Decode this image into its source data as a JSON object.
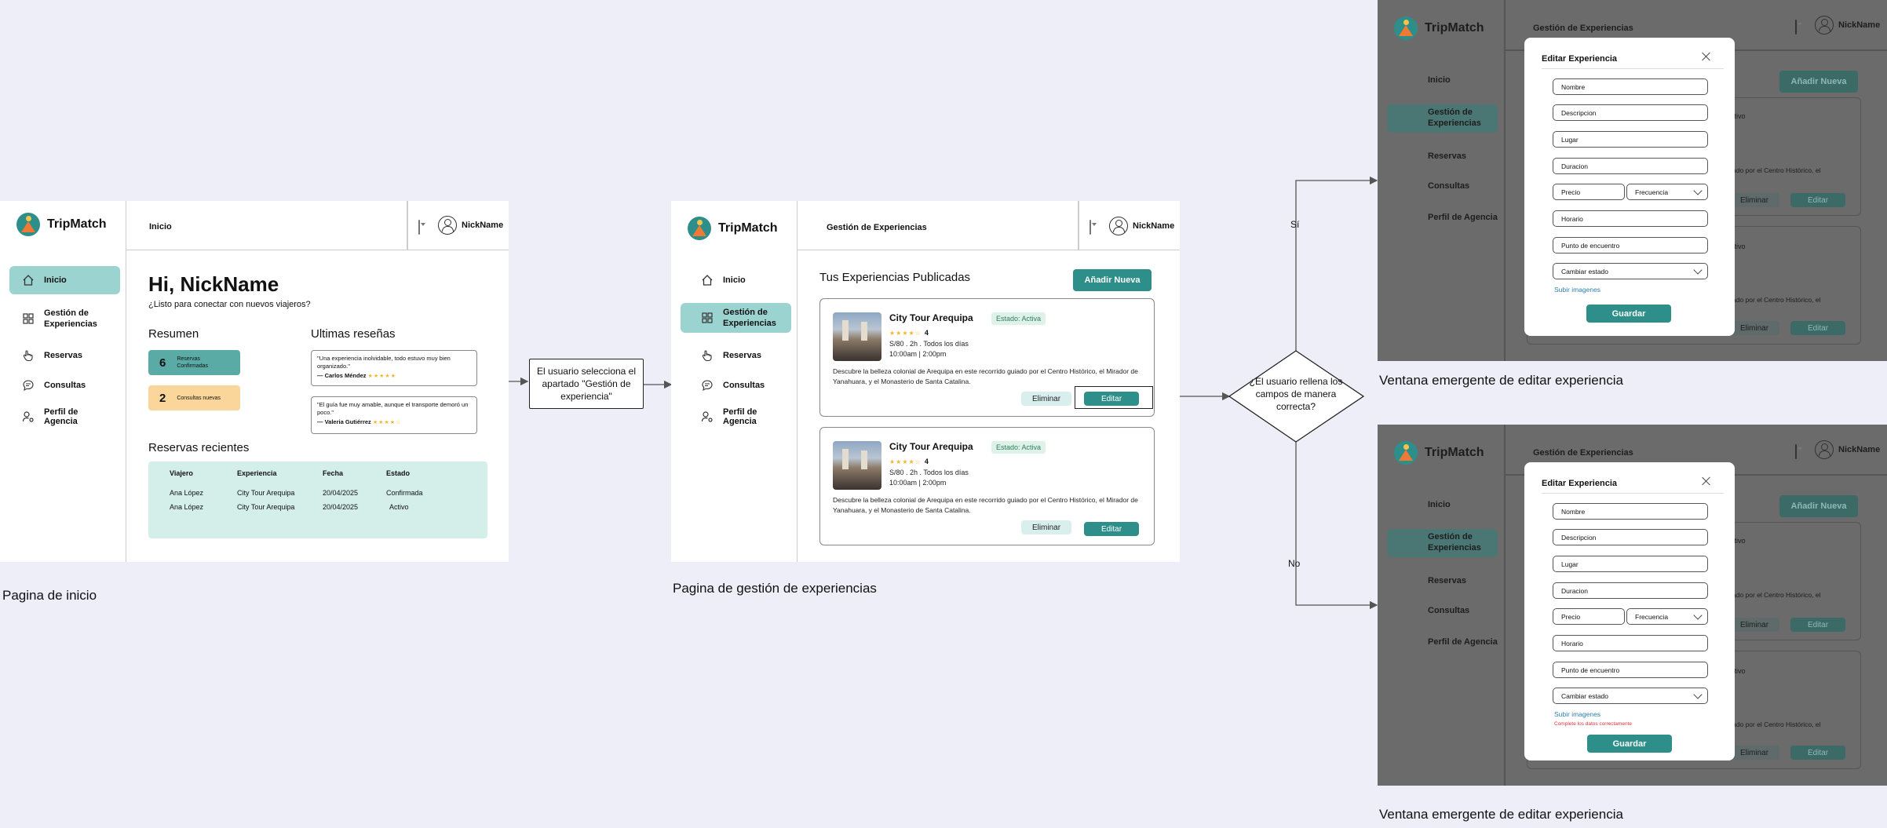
{
  "brand": "TripMatch",
  "user": "NickName",
  "captions": {
    "home": "Pagina de inicio",
    "manage": "Pagina de gestión de experiencias",
    "modal_yes": "Ventana emergente de editar experiencia",
    "modal_no": "Ventana emergente de editar experiencia"
  },
  "flow": {
    "action": "El usuario selecciona el apartado \"Gestión de experiencia\"",
    "decision": "¿El usuario rellena los campos de manera correcta?",
    "yes": "Sí",
    "no": "No"
  },
  "nav": {
    "inicio": "Inicio",
    "gestion": "Gestión de Experiencias",
    "reservas": "Reservas",
    "consultas": "Consultas",
    "perfil": "Perfil de Agencia"
  },
  "home": {
    "topbar_title": "Inicio",
    "greeting": "Hi, NickName",
    "subtitle": "¿Listo para conectar con nuevos viajeros?",
    "summary_title": "Resumen",
    "summary": [
      {
        "count": "6",
        "label": "Reservas Confirmadas"
      },
      {
        "count": "2",
        "label": "Consultas nuevas"
      }
    ],
    "reviews_title": "Ultimas reseñas",
    "reviews": [
      {
        "text": "\"Una experiencia inolvidable, todo estuvo muy bien organizado.\"",
        "author": "— Carlos Méndez",
        "stars": "★★★★★"
      },
      {
        "text": "\"El guía fue muy amable, aunque el transporte demoró un poco.\"",
        "author": "— Valeria Gutiérrez",
        "stars": "★★★★☆"
      }
    ],
    "bookings_title": "Reservas recientes",
    "bookings_headers": [
      "Viajero",
      "Experiencia",
      "Fecha",
      "Estado"
    ],
    "bookings_rows": [
      [
        "Ana López",
        "City Tour Arequipa",
        "20/04/2025",
        "Confirmada"
      ],
      [
        "Ana López",
        "City Tour Arequipa",
        "20/04/2025",
        "Activo"
      ]
    ]
  },
  "manage": {
    "topbar_title": "Gestión de Experiencias",
    "heading": "Tus Experiencias Publicadas",
    "add_button": "Añadir Nueva",
    "cards": [
      {
        "title": "City Tour Arequipa",
        "stars": "★★★★☆",
        "rating": "4",
        "status": "Estado: Activa",
        "price_line": "S/80 . 2h . Todos los días",
        "hours": "10:00am | 2:00pm",
        "description": "Descubre la belleza colonial de Arequipa en este recorrido guiado por el Centro Histórico, el Mirador de Yanahuara, y el Monasterio de Santa Catalina.",
        "delete": "Eliminar",
        "edit": "Editar"
      },
      {
        "title": "City Tour Arequipa",
        "stars": "★★★★☆",
        "rating": "4",
        "status": "Estado: Activa",
        "price_line": "S/80 . 2h . Todos los días",
        "hours": "10:00am | 2:00pm",
        "description": "Descubre la belleza colonial de Arequipa en este recorrido guiado por el Centro Histórico, el Mirador de Yanahuara, y el Monasterio de Santa Catalina.",
        "delete": "Eliminar",
        "edit": "Editar"
      }
    ]
  },
  "modal": {
    "title": "Editar Experiencia",
    "fields": {
      "nombre": "Nombre",
      "descripcion": "Descripcion",
      "lugar": "Lugar",
      "duracion": "Duracion",
      "precio": "Precio",
      "frecuencia": "Frecuencia",
      "horario": "Horario",
      "punto": "Punto de encuentro",
      "estado": "Cambiar estado"
    },
    "upload": "Subir imagenes",
    "save": "Guardar",
    "error": "Complete los datos correctamente"
  },
  "background": {
    "add_button": "Añadir Nueva",
    "status_fragment": "ctivo",
    "desc_fragment": "ado por el Centro Histórico, el",
    "delete": "Eliminar",
    "edit": "Editar"
  },
  "colors": {
    "teal": "#2e8f8a",
    "teal_light": "#9bd3d0",
    "background": "#eeeef8",
    "overlay": "#6b6b6b",
    "error": "#d9343a"
  }
}
